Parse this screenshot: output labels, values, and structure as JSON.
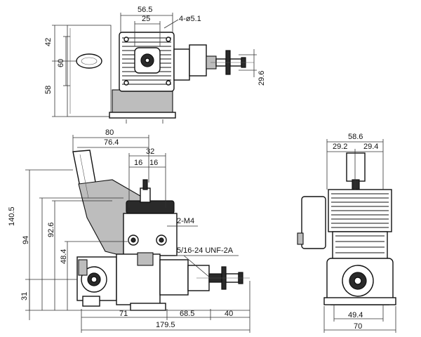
{
  "top_view": {
    "dims": {
      "width_56_5": "56.5",
      "width_25": "25",
      "holes": "4-ø5.1",
      "h_42": "42",
      "h_60": "60",
      "h_58": "58",
      "d_29_6": "29.6"
    }
  },
  "side_view": {
    "dims": {
      "w_80": "80",
      "w_76_4": "76.4",
      "w_32": "32",
      "w_16a": "16",
      "w_16b": "16",
      "h_140_5": "140.5",
      "h_94": "94",
      "h_92_6": "92.6",
      "h_48_4": "48.4",
      "h_31": "31",
      "l_71": "71",
      "l_68_5": "68.5",
      "l_40": "40",
      "l_179_5": "179.5"
    },
    "callouts": {
      "mount_bolts": "2-M4",
      "shaft_thread": "5/16-24 UNF-2A"
    }
  },
  "front_view": {
    "dims": {
      "w_58_6": "58.6",
      "w_29_2": "29.2",
      "w_29_4": "29.4",
      "w_49_4": "49.4",
      "w_70": "70"
    }
  }
}
